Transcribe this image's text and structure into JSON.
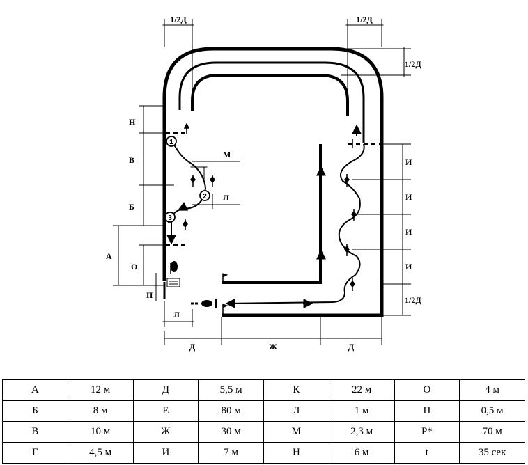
{
  "diagram": {
    "labels": {
      "half_d": "1/2Д",
      "d": "Д",
      "zh": "Ж",
      "n": "Н",
      "v": "В",
      "b": "Б",
      "a": "А",
      "o": "О",
      "p": "П",
      "l": "Л",
      "m": "М",
      "i": "И"
    },
    "cones": [
      "1",
      "2",
      "3"
    ]
  },
  "legend": {
    "rows": [
      [
        {
          "k": "А",
          "v": "12 м"
        },
        {
          "k": "Д",
          "v": "5,5 м"
        },
        {
          "k": "К",
          "v": "22 м"
        },
        {
          "k": "О",
          "v": "4 м"
        }
      ],
      [
        {
          "k": "Б",
          "v": "8 м"
        },
        {
          "k": "Е",
          "v": "80 м"
        },
        {
          "k": "Л",
          "v": "1 м"
        },
        {
          "k": "П",
          "v": "0,5 м"
        }
      ],
      [
        {
          "k": "В",
          "v": "10 м"
        },
        {
          "k": "Ж",
          "v": "30 м"
        },
        {
          "k": "М",
          "v": "2,3 м"
        },
        {
          "k": "Р*",
          "v": "70 м"
        }
      ],
      [
        {
          "k": "Г",
          "v": "4,5 м"
        },
        {
          "k": "И",
          "v": "7 м"
        },
        {
          "k": "Н",
          "v": "6 м"
        },
        {
          "k": "t",
          "v": "35 сек"
        }
      ]
    ]
  }
}
